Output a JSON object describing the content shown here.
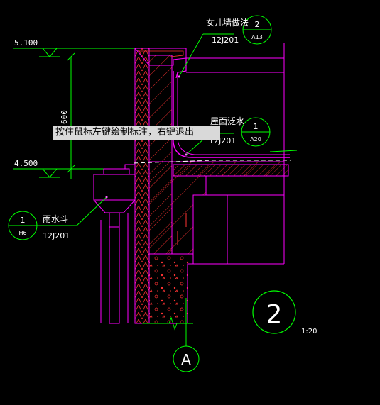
{
  "elevations": {
    "top": "5.100",
    "bottom": "4.500",
    "dimension": "600"
  },
  "callouts": {
    "parapet": {
      "title": "女儿墙做法",
      "number": "2",
      "sheet": "A13",
      "standard": "12J201"
    },
    "flashing": {
      "title": "屋面泛水",
      "number": "1",
      "sheet": "A20",
      "standard": "12J201"
    },
    "rain_hopper": {
      "title": "雨水斗",
      "number": "1",
      "sheet": "H6",
      "standard": "12J201"
    }
  },
  "detail": {
    "number": "2",
    "scale": "1:20"
  },
  "grid_axis": {
    "label": "A"
  },
  "tooltip": "按住鼠标左键绘制标注，右键退出",
  "colors": {
    "background": "#000000",
    "dimension": "#00ff00",
    "outline": "#ff00ff",
    "concrete_hatch": "#ff3333",
    "text": "#ffffff",
    "tooltip_bg": "#d9d9d9"
  }
}
